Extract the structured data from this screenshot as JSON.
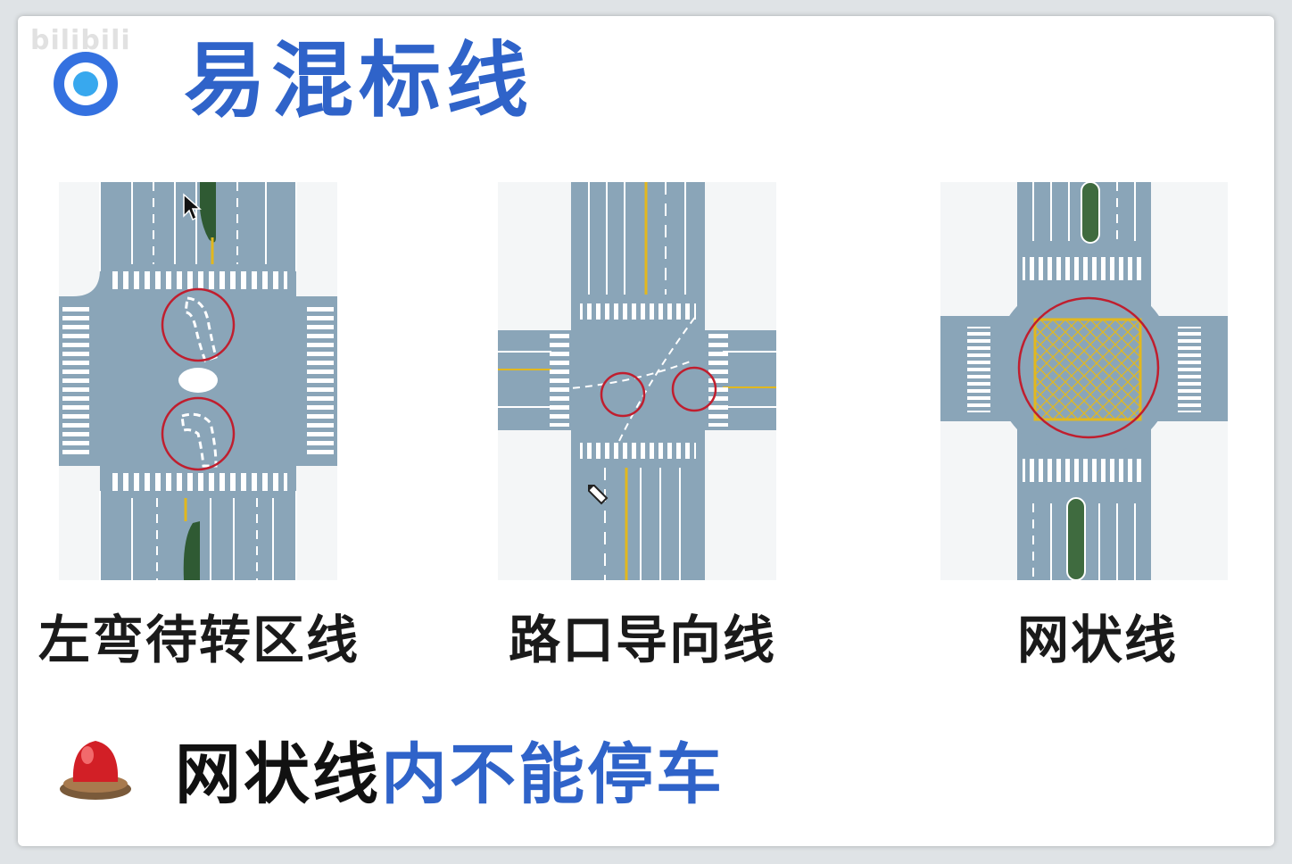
{
  "watermark": "bilibili",
  "title": "易混标线",
  "colors": {
    "accent": "#2f63c9",
    "road": "#8aa5b8",
    "circle": "#c01e2e",
    "yellow": "#e2b81e",
    "green": "#3f6b3f"
  },
  "icons": {
    "title_icon": "target-circle-icon",
    "alarm_icon": "red-siren-icon"
  },
  "diagrams": [
    {
      "label": "左弯待转区线"
    },
    {
      "label": "路口导向线"
    },
    {
      "label": "网状线"
    }
  ],
  "rule": {
    "black": "网状线",
    "blue": "内不能停车"
  }
}
